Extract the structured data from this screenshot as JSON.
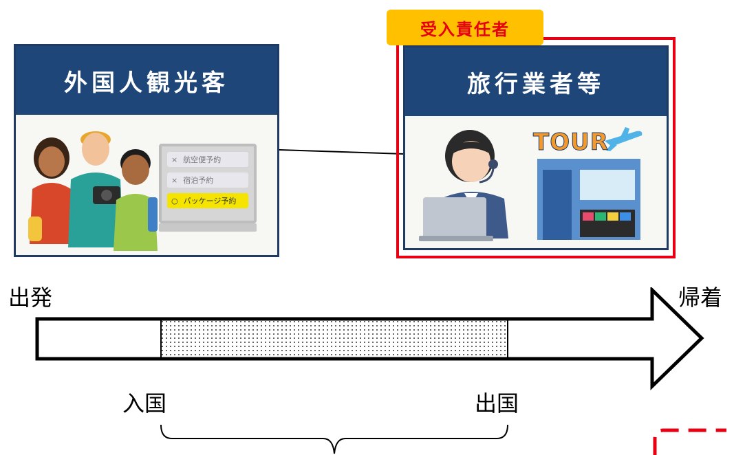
{
  "tourists": {
    "title": "外国人観光客",
    "menu": [
      {
        "mark": "×",
        "text": "航空便予約"
      },
      {
        "mark": "×",
        "text": "宿泊予約"
      },
      {
        "mark": "○",
        "text": "パッケージ予約"
      }
    ]
  },
  "agency": {
    "badge": "受入責任者",
    "title": "旅行業者等",
    "sign": "TOUR"
  },
  "timeline": {
    "departure": "出発",
    "return": "帰着",
    "entry": "入国",
    "exit": "出国"
  },
  "colors": {
    "header_blue": "#1f4679",
    "badge_yellow": "#ffc000",
    "accent_red": "#e60012"
  }
}
